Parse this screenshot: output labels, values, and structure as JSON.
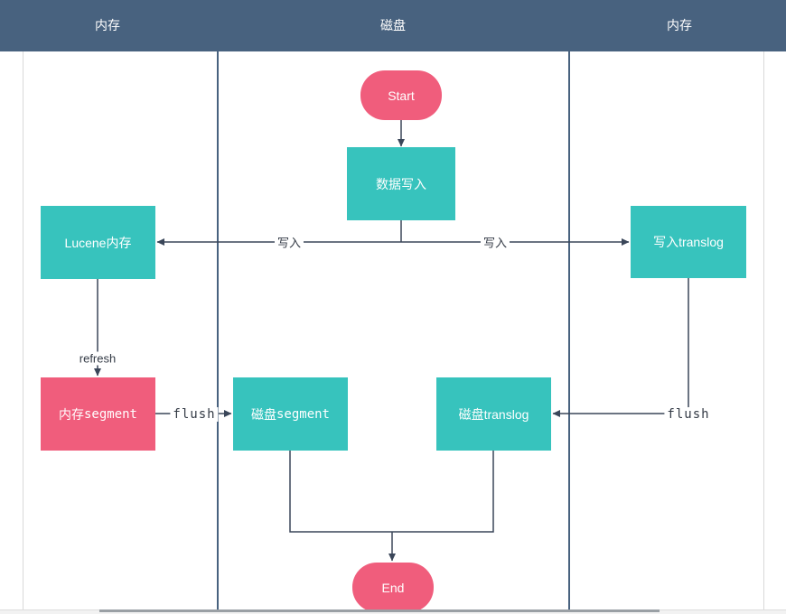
{
  "colors": {
    "header": "#48627f",
    "process_fill": "#37c3bd",
    "accent_fill": "#f05d7c",
    "connector": "#3a4659",
    "frame_border": "#d9d9d9"
  },
  "lanes": {
    "titles": [
      "内存",
      "磁盘",
      "内存"
    ]
  },
  "nodes": {
    "start": {
      "label": "Start"
    },
    "data_write": {
      "label": "数据写入"
    },
    "lucene_memory": {
      "label": "Lucene内存"
    },
    "write_translog": {
      "label": "写入translog"
    },
    "memory_segment": {
      "prefix": "内存",
      "code": "segment"
    },
    "disk_segment": {
      "prefix": "磁盘",
      "code": "segment"
    },
    "disk_translog": {
      "label": "磁盘translog"
    },
    "end": {
      "label": "End"
    }
  },
  "edge_labels": {
    "write_left": "写入",
    "write_right": "写入",
    "refresh": "refresh",
    "flush_left": "flush",
    "flush_right": "flush"
  }
}
